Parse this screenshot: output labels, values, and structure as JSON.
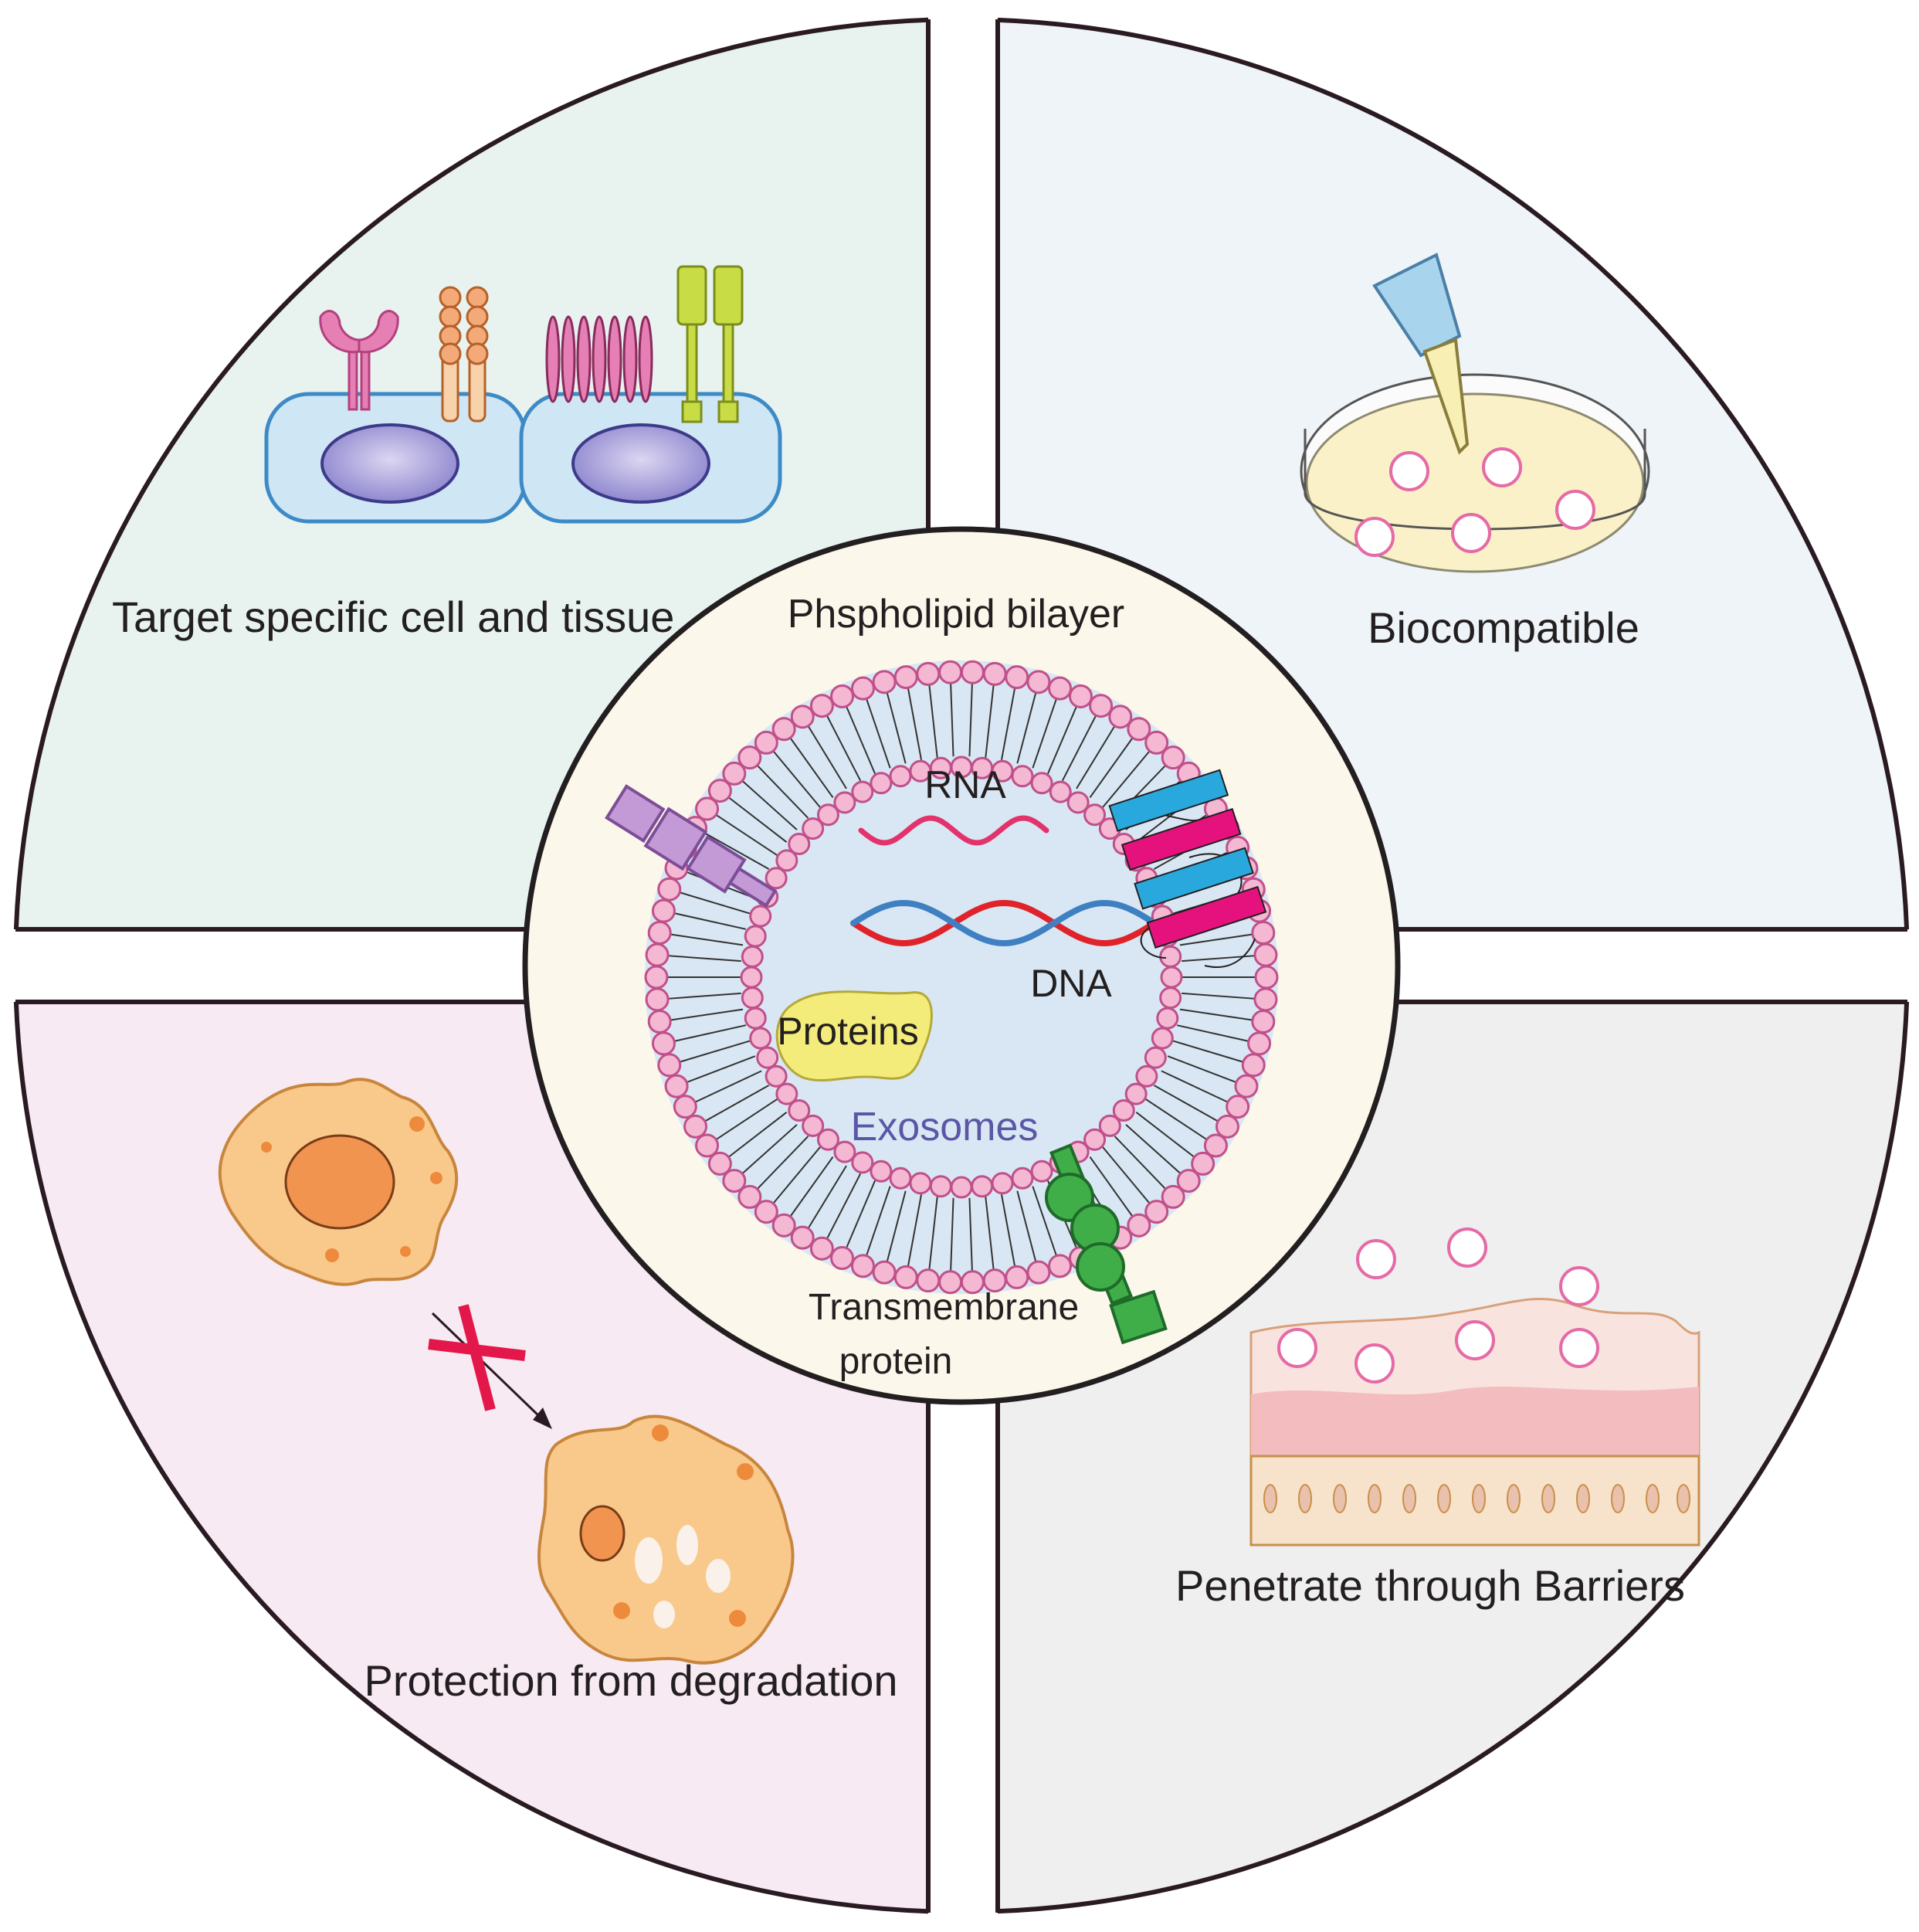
{
  "quadrants": {
    "top_left": {
      "label": "Target specific cell and tissue"
    },
    "top_right": {
      "label": "Biocompatible"
    },
    "bottom_left": {
      "label": "Protection from degradation"
    },
    "bottom_right": {
      "label": "Penetrate through Barriers"
    }
  },
  "center": {
    "bilayer_label": "Phspholipid bilayer",
    "rna_label": "RNA",
    "dna_label": "DNA",
    "proteins_label": "Proteins",
    "exosomes_label": "Exosomes",
    "transmembrane_label_line1": "Transmembrane",
    "transmembrane_label_line2": "protein"
  },
  "colors": {
    "top_left_bg": "#e8f3f0",
    "top_right_bg": "#eef4f8",
    "bottom_left_bg": "#f7eaf3",
    "bottom_right_bg": "#efefef",
    "center_bg": "#fbf7ea",
    "exosome_core": "#d8e7f3",
    "lipid_head": "#f4b8d3",
    "lipid_stroke": "#c0508a",
    "exosomes_text": "#5b57a6",
    "rna": "#e2336b",
    "dna_red": "#e0232a",
    "dna_blue": "#3f80c2",
    "outline": "#2a1a22"
  }
}
